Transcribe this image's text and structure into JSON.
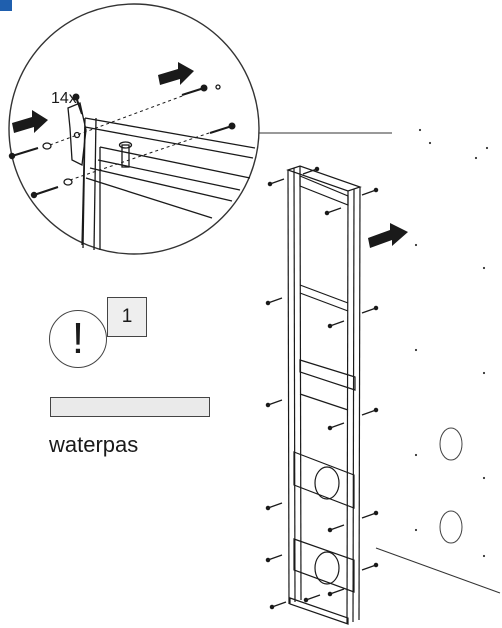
{
  "figure": {
    "quantity_label": "14x",
    "step_number": "1",
    "warning_symbol": "!",
    "level_tool_label": "waterpas"
  },
  "icons": {
    "corner_tag": "blue-corner-tag",
    "push_arrow": "push-arrow-icon",
    "warning": "exclamation-icon",
    "spirit_level": "spirit-level-icon"
  },
  "colors": {
    "accent": "#1f5fae",
    "line": "#1a1a1a",
    "panel_fill": "#eeeeee"
  }
}
